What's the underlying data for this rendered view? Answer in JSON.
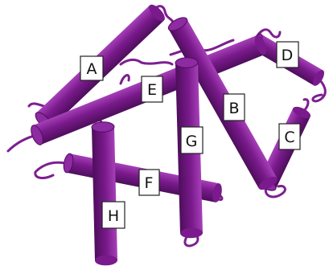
{
  "colors": {
    "helix_body": "#7a1a8c",
    "helix_light": "#a640b8",
    "helix_dark": "#4e0e5c",
    "helix_cap": "#8e2aa2",
    "loop": "#7d1f90",
    "label_box": "#ffffff",
    "label_border": "#222222",
    "label_text": "#111111"
  },
  "helices": [
    {
      "id": "A",
      "label": "A"
    },
    {
      "id": "B",
      "label": "B"
    },
    {
      "id": "C",
      "label": "C"
    },
    {
      "id": "D",
      "label": "D"
    },
    {
      "id": "E",
      "label": "E"
    },
    {
      "id": "F",
      "label": "F"
    },
    {
      "id": "G",
      "label": "G"
    },
    {
      "id": "H",
      "label": "H"
    }
  ]
}
